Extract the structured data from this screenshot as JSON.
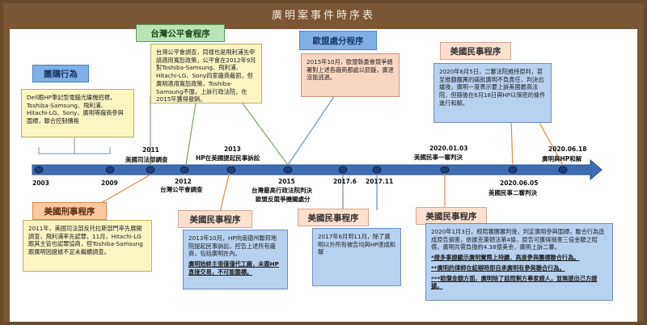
{
  "title": "廣明案事件時序表",
  "tags": {
    "group": "團購行為",
    "criminal": "美國刑事程序",
    "taiwan_ftc": "台灣公平會程序",
    "eu": "歐盟處分程序",
    "us_civil_a": "美國民事程序",
    "us_civil_b": "美國民事程序",
    "us_civil_c": "美國民事程序"
  },
  "boxes": {
    "group_text": "Dell跟HP筆記型電腦光碟機招標，Toshiba-Samsung、飛利浦、Hitachi-LG、Sony、廣明等廠商參與圍標，聯合控制價格",
    "criminal_text": "2011年，美國司法部反托拉斯部門率先展開調查，飛利浦率先認罪，11月，Hitachi-LG跟其主管也認罪協商，但Toshiba-Samsung跟廣明因證據不足未繼續調查。",
    "taiwan_text": "台灣公平會調查，同樣也是飛利浦先申請適用寬恕政策，公平會在2012年9月對Toshiba-Samsung、飛利浦、Hitachi-LG、Sony四家廠商裁罰，但廣明適用寬恕政策，Toshiba-Samsung不服，上訴行政法院，在2015年獲得撤銷。",
    "eu_text": "2015年10月，歐盟執委會競爭總署對上述各廠商都處以罰鍰，廣達沒能逃過。",
    "civil_a_text": "2013年10月，HP向南德州聯邦地院提起民事訴訟，控告上述所有廠商，包括廣明在內。",
    "civil_a_note": "廣明始終主張僅僅代工廠，未跟HP直接交易，不可能圍標。",
    "civil_b_text": "2017年6月到11月，除了廣明以外所有被告均與HP達成和解",
    "civil_c_text": "2020年1月3日，經陪審團審判後，判定廣明參與圍標，聯合行為造成原告損害，依據克萊頓法第4條，原告可獲得損害三倍金額之賠償，廣明共需負擔約4.38億美金，廣明上訴二審。",
    "civil_c_note1": "*證多事證顯示廣明實際上持續、高度參與團標聯合行為。",
    "civil_c_note2": "**廣明的律師在結辯時即自承廣明有參與聯合行為。",
    "civil_c_note3": "***賠償金額方面，廣明除了話問剩方專家證人，並無提出己方證據。",
    "civil_d_text": "2020年6月5日，二審法院維持原判，甚至推翻嚴厲的痛批廣明不負責任，判決出爐後，廣明一度表示要上訴美國最高法院，但隨後在6月18日與HP以保密的條件進行和解。"
  },
  "timeline": {
    "years_below": [
      "2003",
      "2009",
      "2012",
      "2015",
      "2017.6",
      "2017.11",
      "2020.06.05"
    ],
    "years_above": [
      "2011",
      "2013",
      "2020.01.03",
      "2020.06.18"
    ],
    "events": {
      "e2011": "美國司法部調查",
      "e2012": "台灣公平會調查",
      "e2013": "HP在美國提起民事訴訟",
      "e2015a": "台灣最高行政法院判決",
      "e2015b": "歐盟反競爭機關處分",
      "e2020a": "美國民事一審判決",
      "e2020b": "美國民事二審判決",
      "e2020c": "廣明與HP和解"
    }
  },
  "colors": {
    "frame": "#7a5634",
    "axis": "#2f5a9a",
    "connector": "#7aa86a"
  }
}
